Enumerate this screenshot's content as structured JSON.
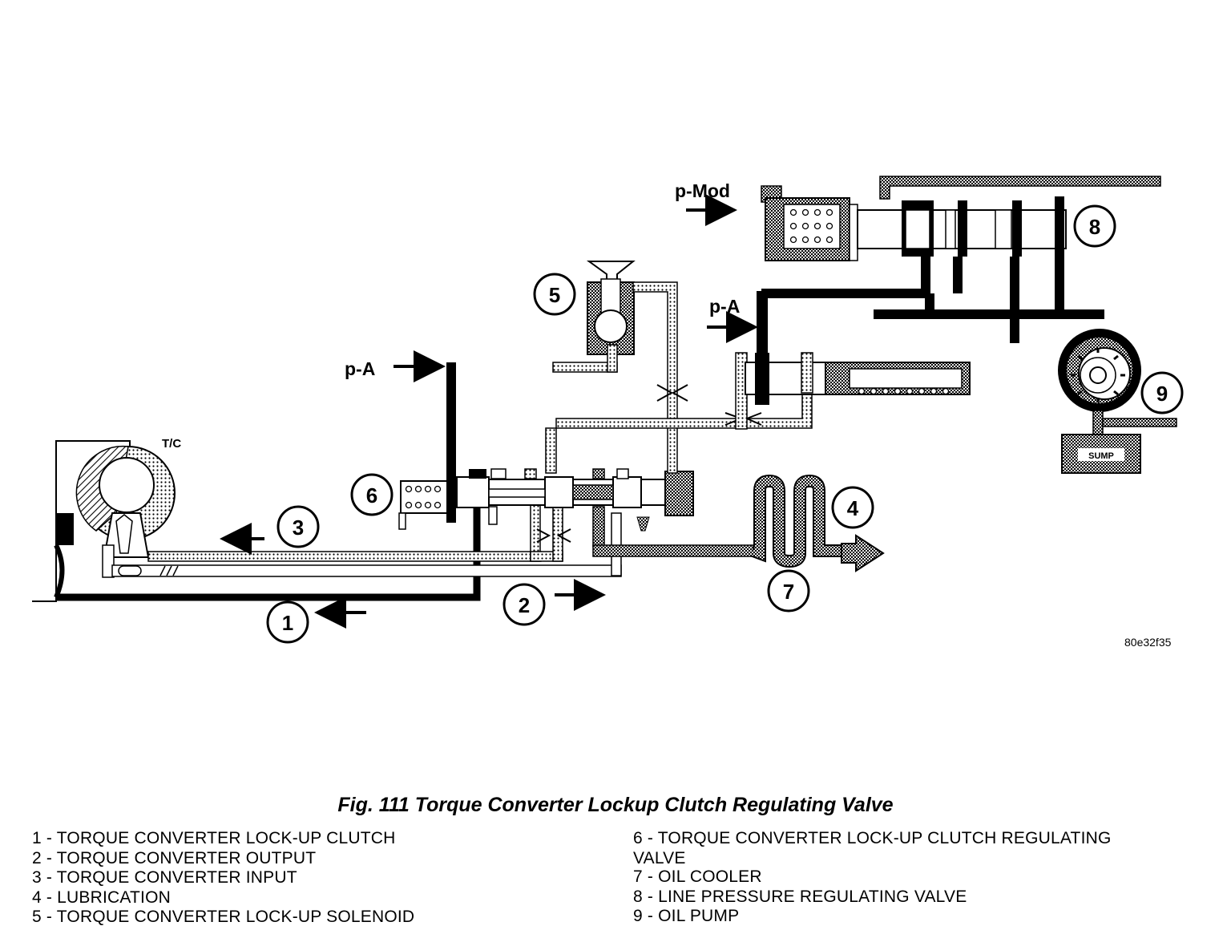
{
  "labels": {
    "p_mod": "p-Mod",
    "p_a_top": "p-A",
    "p_a_left": "p-A",
    "tc": "T/C",
    "sump": "SUMP",
    "figure_code": "80e32f35"
  },
  "callouts": [
    "1",
    "2",
    "3",
    "4",
    "5",
    "6",
    "7",
    "8",
    "9"
  ],
  "caption": "Fig. 111 Torque Converter Lockup Clutch Regulating Valve",
  "legend": {
    "left": [
      "1 - TORQUE CONVERTER LOCK-UP CLUTCH",
      "2 - TORQUE CONVERTER OUTPUT",
      "3 - TORQUE CONVERTER INPUT",
      "4 - LUBRICATION",
      "5 - TORQUE CONVERTER LOCK-UP SOLENOID"
    ],
    "right": [
      "6 - TORQUE CONVERTER LOCK-UP CLUTCH REGULATING\nVALVE",
      "7 - OIL COOLER",
      "8 - LINE PRESSURE REGULATING VALVE",
      "9 - OIL PUMP"
    ]
  }
}
